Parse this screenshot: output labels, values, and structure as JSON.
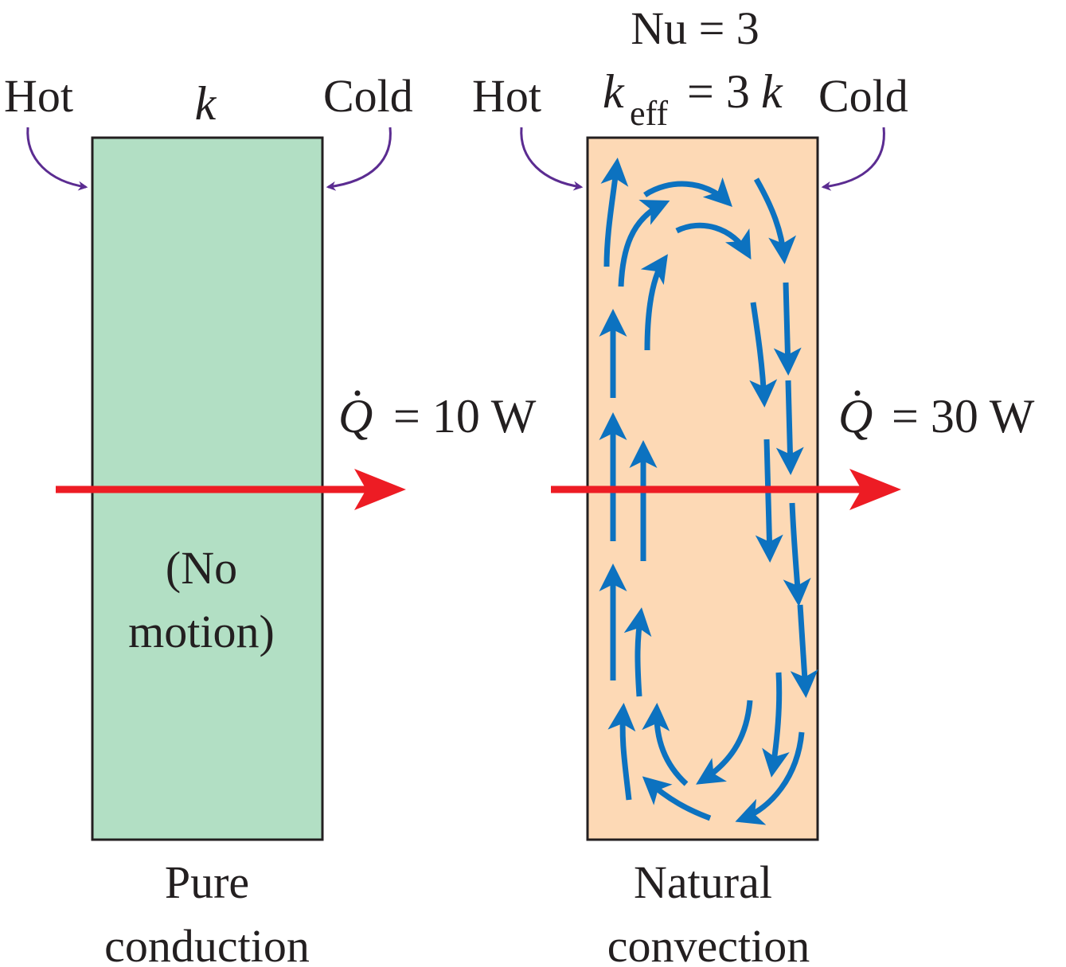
{
  "colors": {
    "conduction_fill": "#b2dfc4",
    "convection_fill": "#fdd9b5",
    "border": "#231f20",
    "pointer": "#5b2c91",
    "heat_arrow": "#ed1c24",
    "flow": "#0c72c0",
    "text": "#231f20"
  },
  "left_panel": {
    "hot_label": "Hot",
    "cold_label": "Cold",
    "k_label": "k",
    "inside_line1": "(No",
    "inside_line2": "motion)",
    "q_symbol": "Q",
    "q_value": "= 10 W",
    "caption_line1": "Pure",
    "caption_line2": "conduction"
  },
  "right_panel": {
    "hot_label": "Hot",
    "cold_label": "Cold",
    "nu_label": "Nu = 3",
    "k_main": "k",
    "k_sub": "eff",
    "k_rest": "= 3",
    "k_tail": "k",
    "q_symbol": "Q",
    "q_value": "= 30 W",
    "caption_line1": "Natural",
    "caption_line2": "convection"
  },
  "icons": {
    "pointer": "curved-arrow-icon",
    "heat_flow": "heat-arrow-icon",
    "circulation": "flow-arrow-icon"
  }
}
